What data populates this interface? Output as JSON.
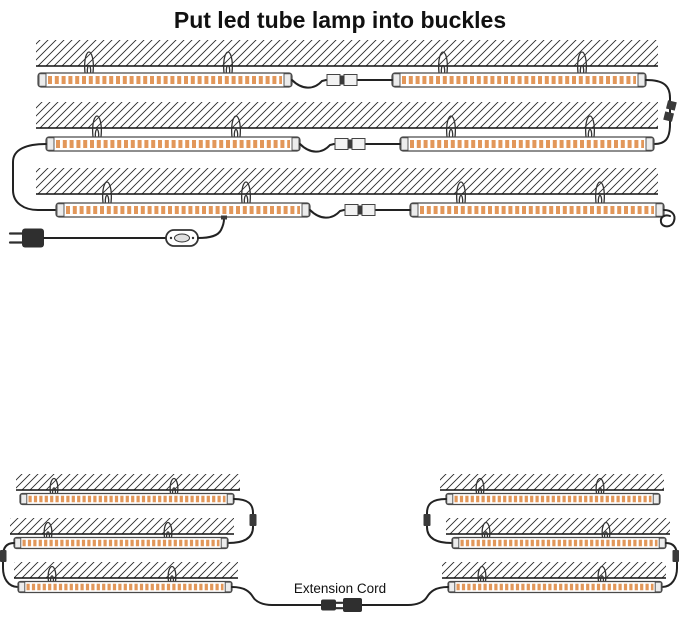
{
  "title": "Put led tube lamp into buckles",
  "labels": {
    "extension_cord": "Extension Cord"
  },
  "colors": {
    "led_strip": "#e2975a",
    "cable": "#222222",
    "hatch": "#2a2a2a",
    "background": "#ffffff"
  },
  "structure": {
    "top_rows": 3,
    "tubes_per_top_row": 2,
    "bottom_groups": 2,
    "rows_per_bottom_group": 3,
    "buckles_per_tube": 2,
    "has_power_plug": true,
    "has_inline_switch": true
  }
}
